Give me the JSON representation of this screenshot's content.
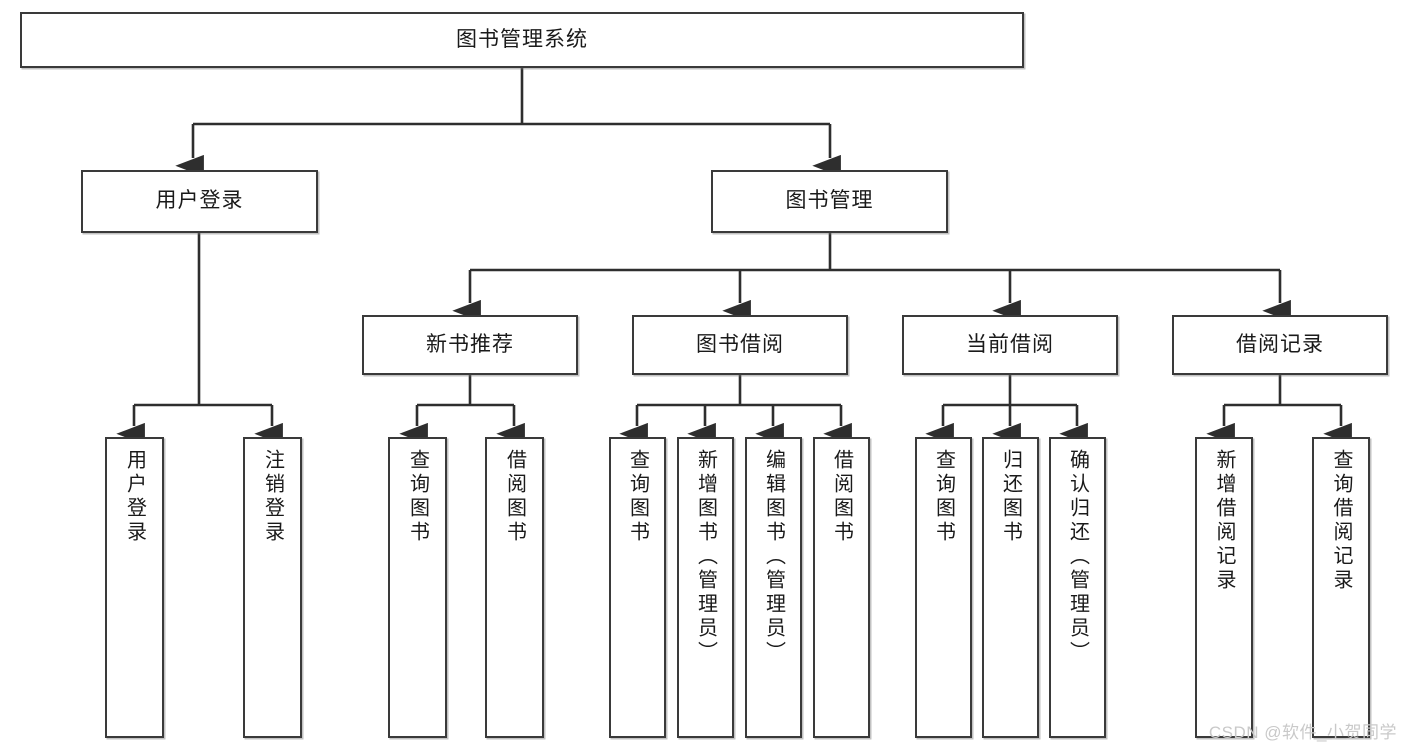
{
  "diagram": {
    "title": "图书管理系统",
    "type": "tree",
    "watermark": "CSDN @软件_小贺同学",
    "colors": {
      "box_border": "#3a3a3a",
      "box_fill": "#ffffff",
      "line": "#2e2e2e",
      "text": "#1a1a1a",
      "watermark": "#c9c9c9"
    },
    "root": {
      "label": "图书管理系统"
    },
    "level1": [
      {
        "label": "用户登录"
      },
      {
        "label": "图书管理"
      }
    ],
    "level2": [
      {
        "label": "新书推荐"
      },
      {
        "label": "图书借阅"
      },
      {
        "label": "当前借阅"
      },
      {
        "label": "借阅记录"
      }
    ],
    "leaves": {
      "user_login": [
        {
          "label": "用户登录"
        },
        {
          "label": "注销登录"
        }
      ],
      "new_book": [
        {
          "label": "查询图书"
        },
        {
          "label": "借阅图书"
        }
      ],
      "borrow_book": [
        {
          "label": "查询图书"
        },
        {
          "label": "新增图书（管理员）"
        },
        {
          "label": "编辑图书（管理员）"
        },
        {
          "label": "借阅图书"
        }
      ],
      "current_borrow": [
        {
          "label": "查询图书"
        },
        {
          "label": "归还图书"
        },
        {
          "label": "确认归还（管理员）"
        }
      ],
      "borrow_record": [
        {
          "label": "新增借阅记录"
        },
        {
          "label": "查询借阅记录"
        }
      ]
    }
  }
}
